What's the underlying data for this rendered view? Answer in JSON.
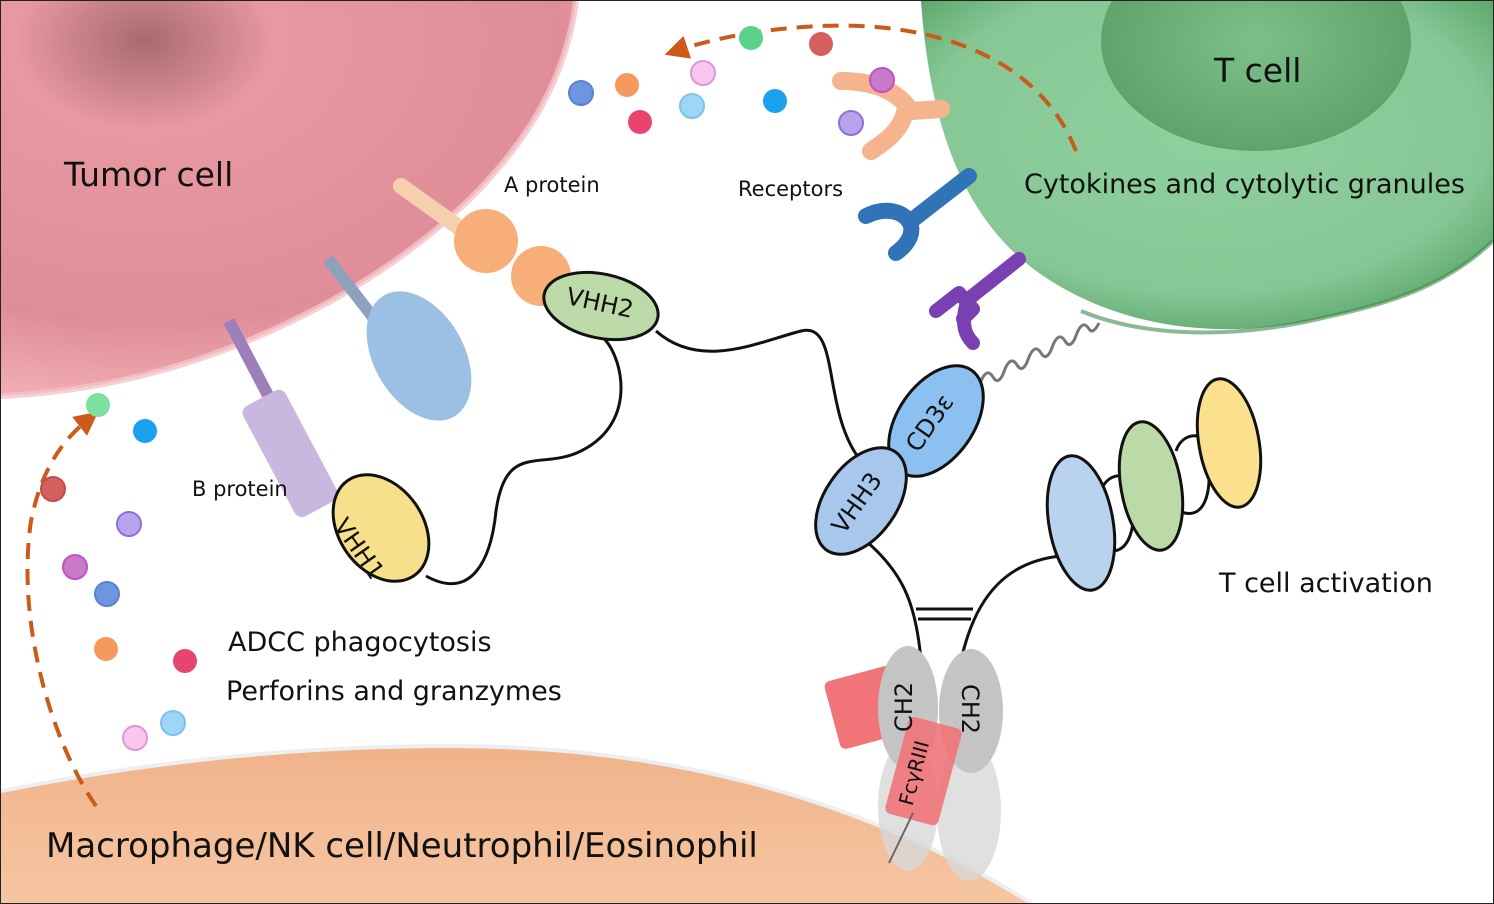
{
  "labels": {
    "tumor_cell": "Tumor cell",
    "t_cell": "T cell",
    "a_protein": "A protein",
    "b_protein": "B protein",
    "receptors": "Receptors",
    "cytokines": "Cytokines and cytolytic granules",
    "t_cell_activation": "T cell activation",
    "adcc": "ADCC phagocytosis",
    "perforins": "Perforins and granzymes",
    "effector_cells": "Macrophage/NK cell/Neutrophil/Eosinophil"
  },
  "domains": {
    "vhh1": "VHH1",
    "vhh2": "VHH2",
    "vhh3": "VHH3",
    "cd3e": "CD3ε",
    "ch2_left": "CH2",
    "ch2_right": "CH2",
    "fcgr3": "FcγRIII"
  },
  "colors": {
    "tumor": "#e0909a",
    "tcell_outer": "#8fcf9c",
    "tcell_nucleus": "#5fa56c",
    "effector": "#f3b98e",
    "arrow": "#cc5a1a",
    "vhh1": "#f7e08c",
    "vhh2": "#bcd9a8",
    "vhh3": "#a7c8ec",
    "cd3e": "#8cc0f0",
    "ch2": "#c4c4c4",
    "fcgr": "#f07478"
  }
}
